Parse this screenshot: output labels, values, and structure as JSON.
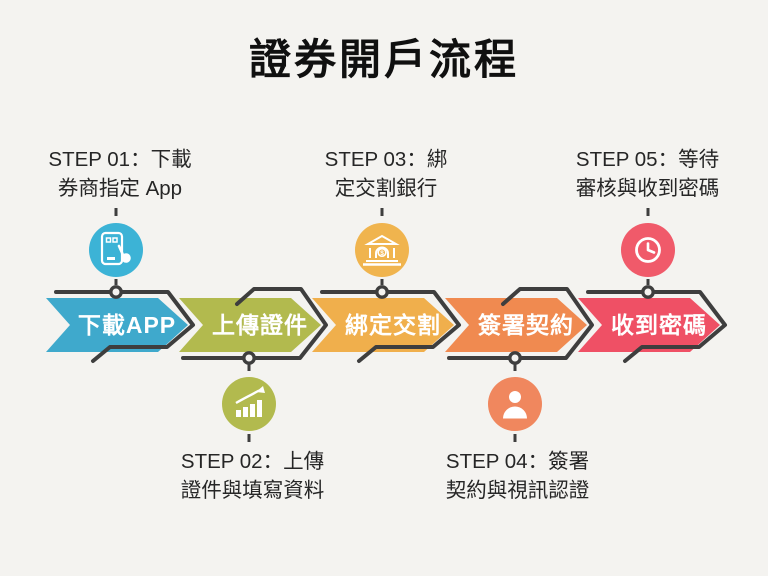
{
  "title": "證券開戶流程",
  "colors": {
    "background": "#f4f3f0",
    "line": "#3e3e3e",
    "label_text": "#262626",
    "arrow_text": "#ffffff"
  },
  "steps": [
    {
      "step_label_line1": "STEP 01：下載",
      "step_label_line2": "券商指定 App",
      "arrow_label": "下載APP",
      "arrow_color": "#3fa9cc",
      "icon_color": "#3cb3d6",
      "icon": "phone-tap-icon",
      "label_position": "top"
    },
    {
      "step_label_line1": "STEP 02：上傳",
      "step_label_line2": "證件與填寫資料",
      "arrow_label": "上傳證件",
      "arrow_color": "#b2ba4e",
      "icon_color": "#b2ba4e",
      "icon": "bar-chart-growth-icon",
      "label_position": "bottom"
    },
    {
      "step_label_line1": "STEP 03：綁",
      "step_label_line2": "定交割銀行",
      "arrow_label": "綁定交割",
      "arrow_color": "#f0af4c",
      "icon_color": "#f0b44e",
      "icon": "bank-icon",
      "label_position": "top"
    },
    {
      "step_label_line1": "STEP 04：簽署",
      "step_label_line2": "契約與視訊認證",
      "arrow_label": "簽署契約",
      "arrow_color": "#f08a50",
      "icon_color": "#f0875e",
      "icon": "person-icon",
      "label_position": "bottom"
    },
    {
      "step_label_line1": "STEP 05：等待",
      "step_label_line2": "審核與收到密碼",
      "arrow_label": "收到密碼",
      "arrow_color": "#ef5065",
      "icon_color": "#f05a6a",
      "icon": "clock-icon",
      "label_position": "top"
    }
  ]
}
